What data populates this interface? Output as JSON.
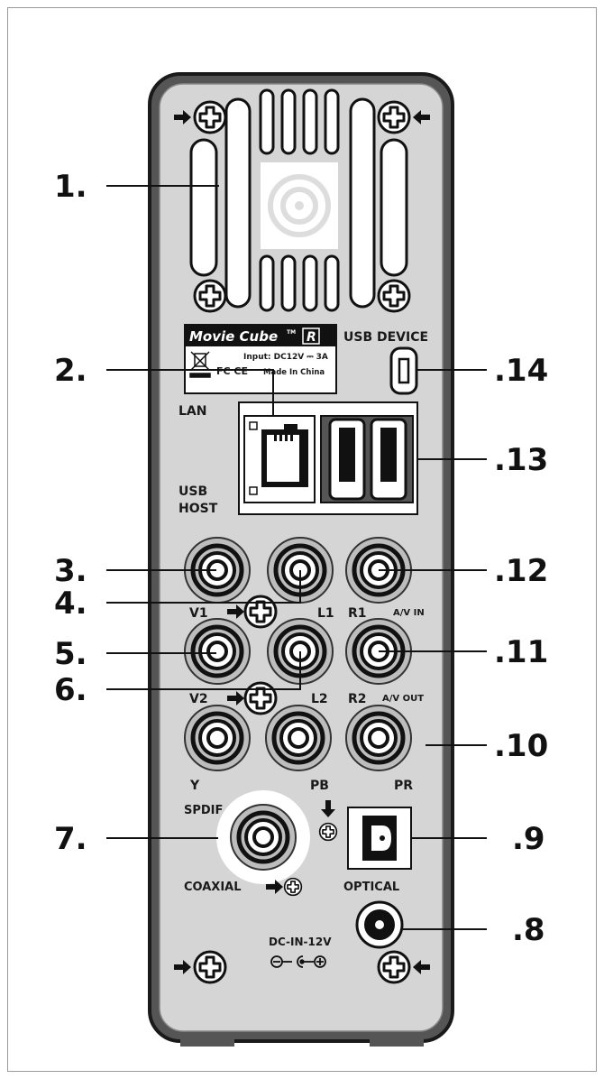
{
  "callouts_left": [
    "1.",
    "2.",
    "3.",
    "4.",
    "5.",
    "6.",
    "7."
  ],
  "callouts_right": [
    ".14",
    ".13",
    ".12",
    ".11",
    ".10",
    ".9",
    ".8"
  ],
  "panel": {
    "brand": "Movie Cube",
    "brand_tm": "TM",
    "brand_model": "R",
    "input_rating": "Input: DC12V ⎓ 3A",
    "cert": "FC CE",
    "made_in": "Made In China",
    "usb_device": "USB DEVICE",
    "lan": "LAN",
    "usb_host_1": "USB",
    "usb_host_2": "HOST",
    "v1": "V1",
    "l1": "L1",
    "r1": "R1",
    "av_in": "A/V IN",
    "v2": "V2",
    "l2": "L2",
    "r2": "R2",
    "av_out": "A/V OUT",
    "y": "Y",
    "pb": "PB",
    "pr": "PR",
    "spdif": "SPDIF",
    "coaxial": "COAXIAL",
    "optical": "OPTICAL",
    "dc_in": "DC-IN-12V"
  }
}
